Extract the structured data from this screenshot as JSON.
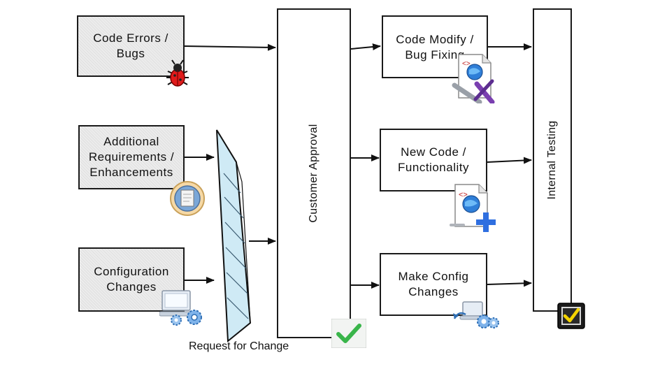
{
  "sources": {
    "code_errors": [
      "Code Errors /",
      "Bugs"
    ],
    "additional_requirements": [
      "Additional",
      "Requirements /",
      "Enhancements"
    ],
    "configuration_changes": [
      "Configuration",
      "Changes"
    ]
  },
  "request_for_change": "Request for Change",
  "customer_approval": "Customer Approval",
  "work_items": {
    "code_modify": [
      "Code Modify /",
      "Bug Fixing"
    ],
    "new_code": [
      "New Code /",
      "Functionality"
    ],
    "make_config": [
      "Make Config",
      "Changes"
    ]
  },
  "internal_testing": "Internal Testing",
  "icons": {
    "bug": "bug-icon",
    "document": "document-icon",
    "config_pc": "computer-gears-icon",
    "approval_check": "green-checkmark-icon",
    "code_tools": "code-page-tools-icon",
    "code_add": "code-page-plus-icon",
    "config_change": "config-gears-icon",
    "testing_check": "checkbox-icon"
  },
  "colors": {
    "line": "#111111",
    "box_fill": "#ececec",
    "document_fill": "#cfeaf5",
    "bug_red": "#e01b1b",
    "check_green": "#39b54a",
    "plus_blue": "#2f6fe0",
    "checkbox_yellow": "#f5d400"
  }
}
